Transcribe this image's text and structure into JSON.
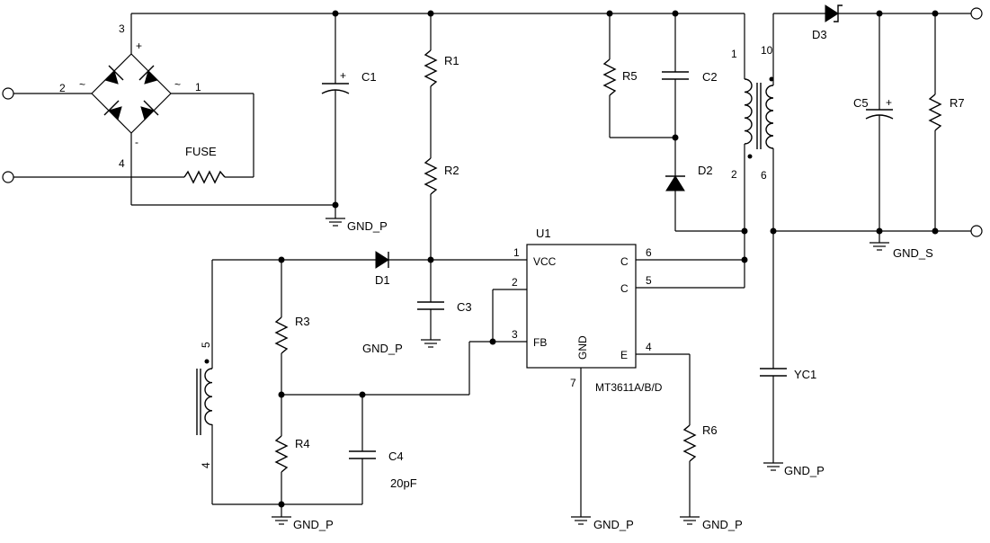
{
  "bridge": {
    "pin_left": "2",
    "pin_right": "1",
    "pin_top": "3",
    "pin_bottom": "4",
    "plus": "+",
    "minus": "-",
    "ac_left": "~",
    "ac_right": "~"
  },
  "components": {
    "fuse": "FUSE",
    "c1": "C1",
    "c1_pol": "+",
    "r1": "R1",
    "r2": "R2",
    "r5": "R5",
    "c2": "C2",
    "d2": "D2",
    "d1": "D1",
    "c3": "C3",
    "r3": "R3",
    "r4": "R4",
    "c4": "C4",
    "c4_value": "20pF",
    "r6": "R6",
    "d3": "D3",
    "c5": "C5",
    "c5_pol": "+",
    "r7": "R7",
    "yc1": "YC1"
  },
  "grounds": {
    "gnd_c1": "GND_P",
    "gnd_c3": "GND_P",
    "gnd_r4": "GND_P",
    "gnd_u1": "GND_P",
    "gnd_r6": "GND_P",
    "gnd_yc1": "GND_P",
    "gnd_s": "GND_S"
  },
  "transformer": {
    "pin_1": "1",
    "pin_2": "2",
    "pin_10": "10",
    "pin_6": "6",
    "pin_5": "5",
    "pin_4": "4"
  },
  "u1": {
    "ref": "U1",
    "part": "MT3611A/B/D",
    "pin1": "1",
    "pin2": "2",
    "pin3": "3",
    "pin4": "4",
    "pin5": "5",
    "pin6": "6",
    "pin7": "7",
    "vcc": "VCC",
    "fb": "FB",
    "gnd": "GND",
    "c_top": "C",
    "c_bot": "C",
    "e": "E"
  }
}
